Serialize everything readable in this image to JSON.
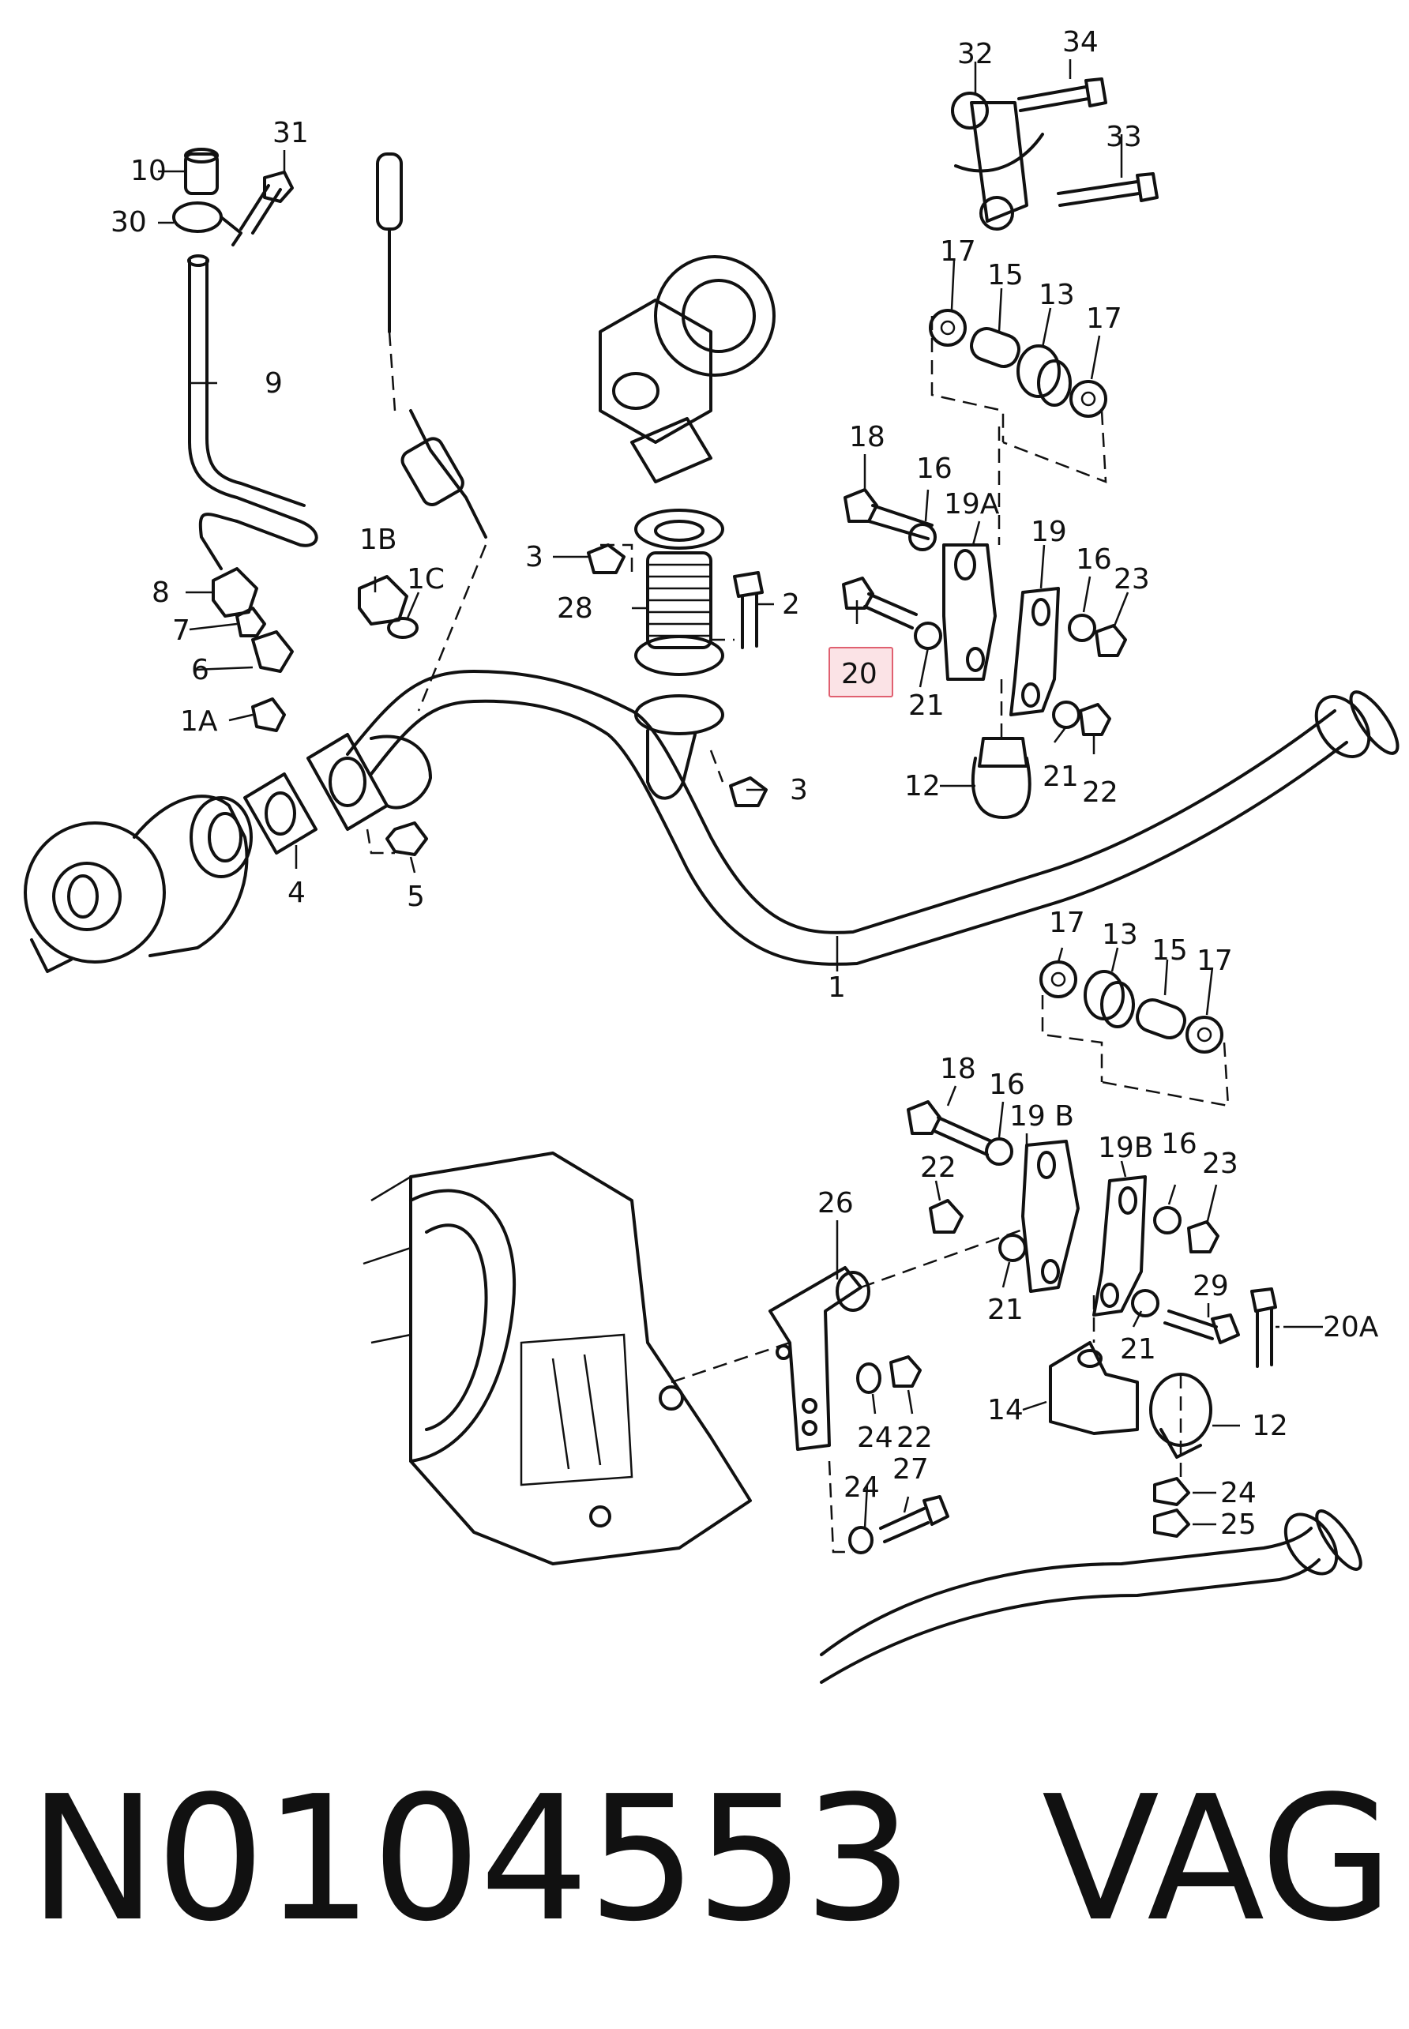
{
  "diagram": {
    "highlight_color": "#e06070",
    "highlight_fill": "#fbe3e6",
    "callouts": [
      {
        "text": "32"
      },
      {
        "text": "34"
      },
      {
        "text": "31"
      },
      {
        "text": "10"
      },
      {
        "text": "30"
      },
      {
        "text": "33"
      },
      {
        "text": "17"
      },
      {
        "text": "15"
      },
      {
        "text": "13"
      },
      {
        "text": "17"
      },
      {
        "text": "9"
      },
      {
        "text": "18"
      },
      {
        "text": "16"
      },
      {
        "text": "19A"
      },
      {
        "text": "19"
      },
      {
        "text": "16"
      },
      {
        "text": "23"
      },
      {
        "text": "1B"
      },
      {
        "text": "1C"
      },
      {
        "text": "3"
      },
      {
        "text": "2"
      },
      {
        "text": "8"
      },
      {
        "text": "7"
      },
      {
        "text": "28"
      },
      {
        "text": "6"
      },
      {
        "text": "20"
      },
      {
        "text": "21"
      },
      {
        "text": "1A"
      },
      {
        "text": "21"
      },
      {
        "text": "22"
      },
      {
        "text": "12"
      },
      {
        "text": "3"
      },
      {
        "text": "4"
      },
      {
        "text": "5"
      },
      {
        "text": "1"
      },
      {
        "text": "17"
      },
      {
        "text": "13"
      },
      {
        "text": "15"
      },
      {
        "text": "17"
      },
      {
        "text": "18"
      },
      {
        "text": "16"
      },
      {
        "text": "19 B"
      },
      {
        "text": "19B"
      },
      {
        "text": "16"
      },
      {
        "text": "23"
      },
      {
        "text": "22"
      },
      {
        "text": "26"
      },
      {
        "text": "21"
      },
      {
        "text": "29"
      },
      {
        "text": "20A"
      },
      {
        "text": "21"
      },
      {
        "text": "14"
      },
      {
        "text": "12"
      },
      {
        "text": "24"
      },
      {
        "text": "22"
      },
      {
        "text": "24"
      },
      {
        "text": "27"
      },
      {
        "text": "24"
      },
      {
        "text": "25"
      }
    ]
  },
  "caption": {
    "part_number": "N0104553",
    "vendor": "VAG"
  }
}
